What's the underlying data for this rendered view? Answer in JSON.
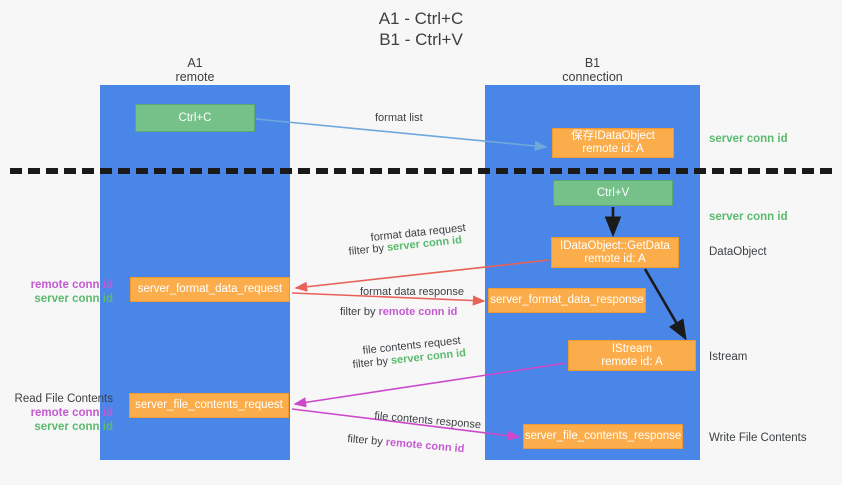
{
  "title": "A1 - Ctrl+C\nB1 - Ctrl+V",
  "lanes": [
    {
      "name": "A1",
      "sub": "remote",
      "header": "A1\nremote"
    },
    {
      "name": "B1",
      "sub": "connection",
      "header": "B1\nconnection"
    }
  ],
  "nodes": {
    "ctrl_c": {
      "label": "Ctrl+C",
      "color": "#76c08a"
    },
    "save_idataobject": {
      "line1": "保存IDataObject",
      "line2": "remote id: A",
      "color": "#fbad4c"
    },
    "ctrl_v": {
      "label": "Ctrl+V",
      "color": "#76c08a"
    },
    "getdata": {
      "line1": "IDataObject::GetData",
      "line2": "remote id: A",
      "color": "#fbad4c"
    },
    "format_data_request": {
      "label": "server_format_data_request",
      "color": "#fbad4c"
    },
    "format_data_response": {
      "label": "server_format_data_response",
      "color": "#fbad4c"
    },
    "istream": {
      "line1": "IStream",
      "line2": "remote id: A",
      "color": "#fbad4c"
    },
    "file_contents_request": {
      "label": "server_file_contents_request",
      "color": "#fbad4c"
    },
    "file_contents_response": {
      "label": "server_file_contents_response",
      "color": "#fbad4c"
    }
  },
  "edges": {
    "format_list": "format list",
    "format_data_request": "format data request",
    "format_data_request_filter_prefix": "filter by ",
    "format_data_request_filter_value": "server conn id",
    "format_data_response": "format data response",
    "format_data_response_filter_prefix": "filter by ",
    "format_data_response_filter_value": "remote conn id",
    "file_contents_request": "file contents request",
    "file_contents_request_filter_prefix": "filter by ",
    "file_contents_request_filter_value": "server conn id",
    "file_contents_response": "file contents response",
    "file_contents_response_filter_prefix": "filter by ",
    "file_contents_response_filter_value": "remote conn id"
  },
  "annotations": {
    "server_conn_id_top": "server conn id",
    "server_conn_id_mid": "server conn id",
    "dataobject": "DataObject",
    "istream": "Istream",
    "write_file_contents": "Write File Contents",
    "read_file_contents": "Read File Contents",
    "remote_conn_id": "remote conn id",
    "server_conn_id": "server conn id"
  },
  "colors": {
    "lane": "#4a86e8",
    "green_box": "#76c08a",
    "orange_box": "#fbad4c",
    "green_text": "#5aba6e",
    "magenta_text": "#c45ad0",
    "arrow_blue": "#6fa8dc",
    "arrow_red": "#e8625a",
    "arrow_magenta": "#cc49cc",
    "arrow_dark": "#1a1a1a",
    "background": "#f7f7f7"
  }
}
